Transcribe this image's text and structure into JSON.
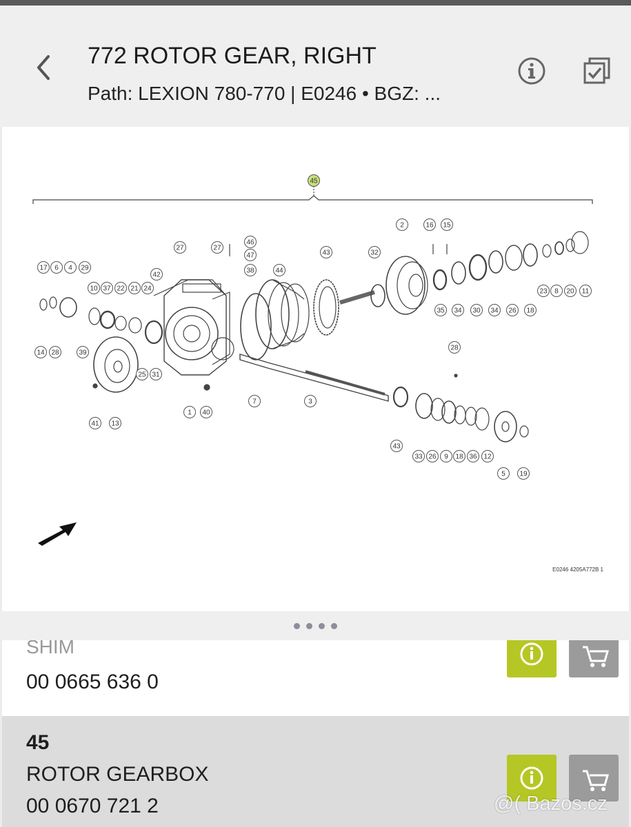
{
  "header": {
    "title": "772 ROTOR GEAR, RIGHT",
    "path": "Path: LEXION 780-770 | E0246  •  BGZ: ..."
  },
  "diagram": {
    "callouts": [
      "45",
      "2",
      "16",
      "15",
      "27",
      "27",
      "46",
      "47",
      "38",
      "44",
      "43",
      "32",
      "17",
      "6",
      "4",
      "29",
      "42",
      "10",
      "37",
      "22",
      "21",
      "24",
      "35",
      "34",
      "30",
      "34",
      "26",
      "18",
      "23",
      "8",
      "20",
      "11",
      "14",
      "28",
      "39",
      "28",
      "25",
      "31",
      "1",
      "40",
      "7",
      "3",
      "41",
      "13",
      "43",
      "33",
      "26",
      "9",
      "18",
      "36",
      "12",
      "5",
      "19"
    ],
    "drawing_ref": "E0246 4205A772B 1"
  },
  "pager": {
    "pages": 4
  },
  "rows": [
    {
      "name": "SHIM",
      "number": "00 0665 636 0"
    },
    {
      "pos": "45",
      "name": "ROTOR GEARBOX",
      "number": "00 0670 721 2"
    }
  ],
  "watermark": "@( Bazos.cz",
  "colors": {
    "accent_green": "#b5c724",
    "cart_gray": "#9b9b9b",
    "header_bg": "#efefef"
  },
  "icons": [
    "chevron-left-icon",
    "info-circle-icon",
    "checklist-icon",
    "info-icon",
    "cart-icon"
  ]
}
